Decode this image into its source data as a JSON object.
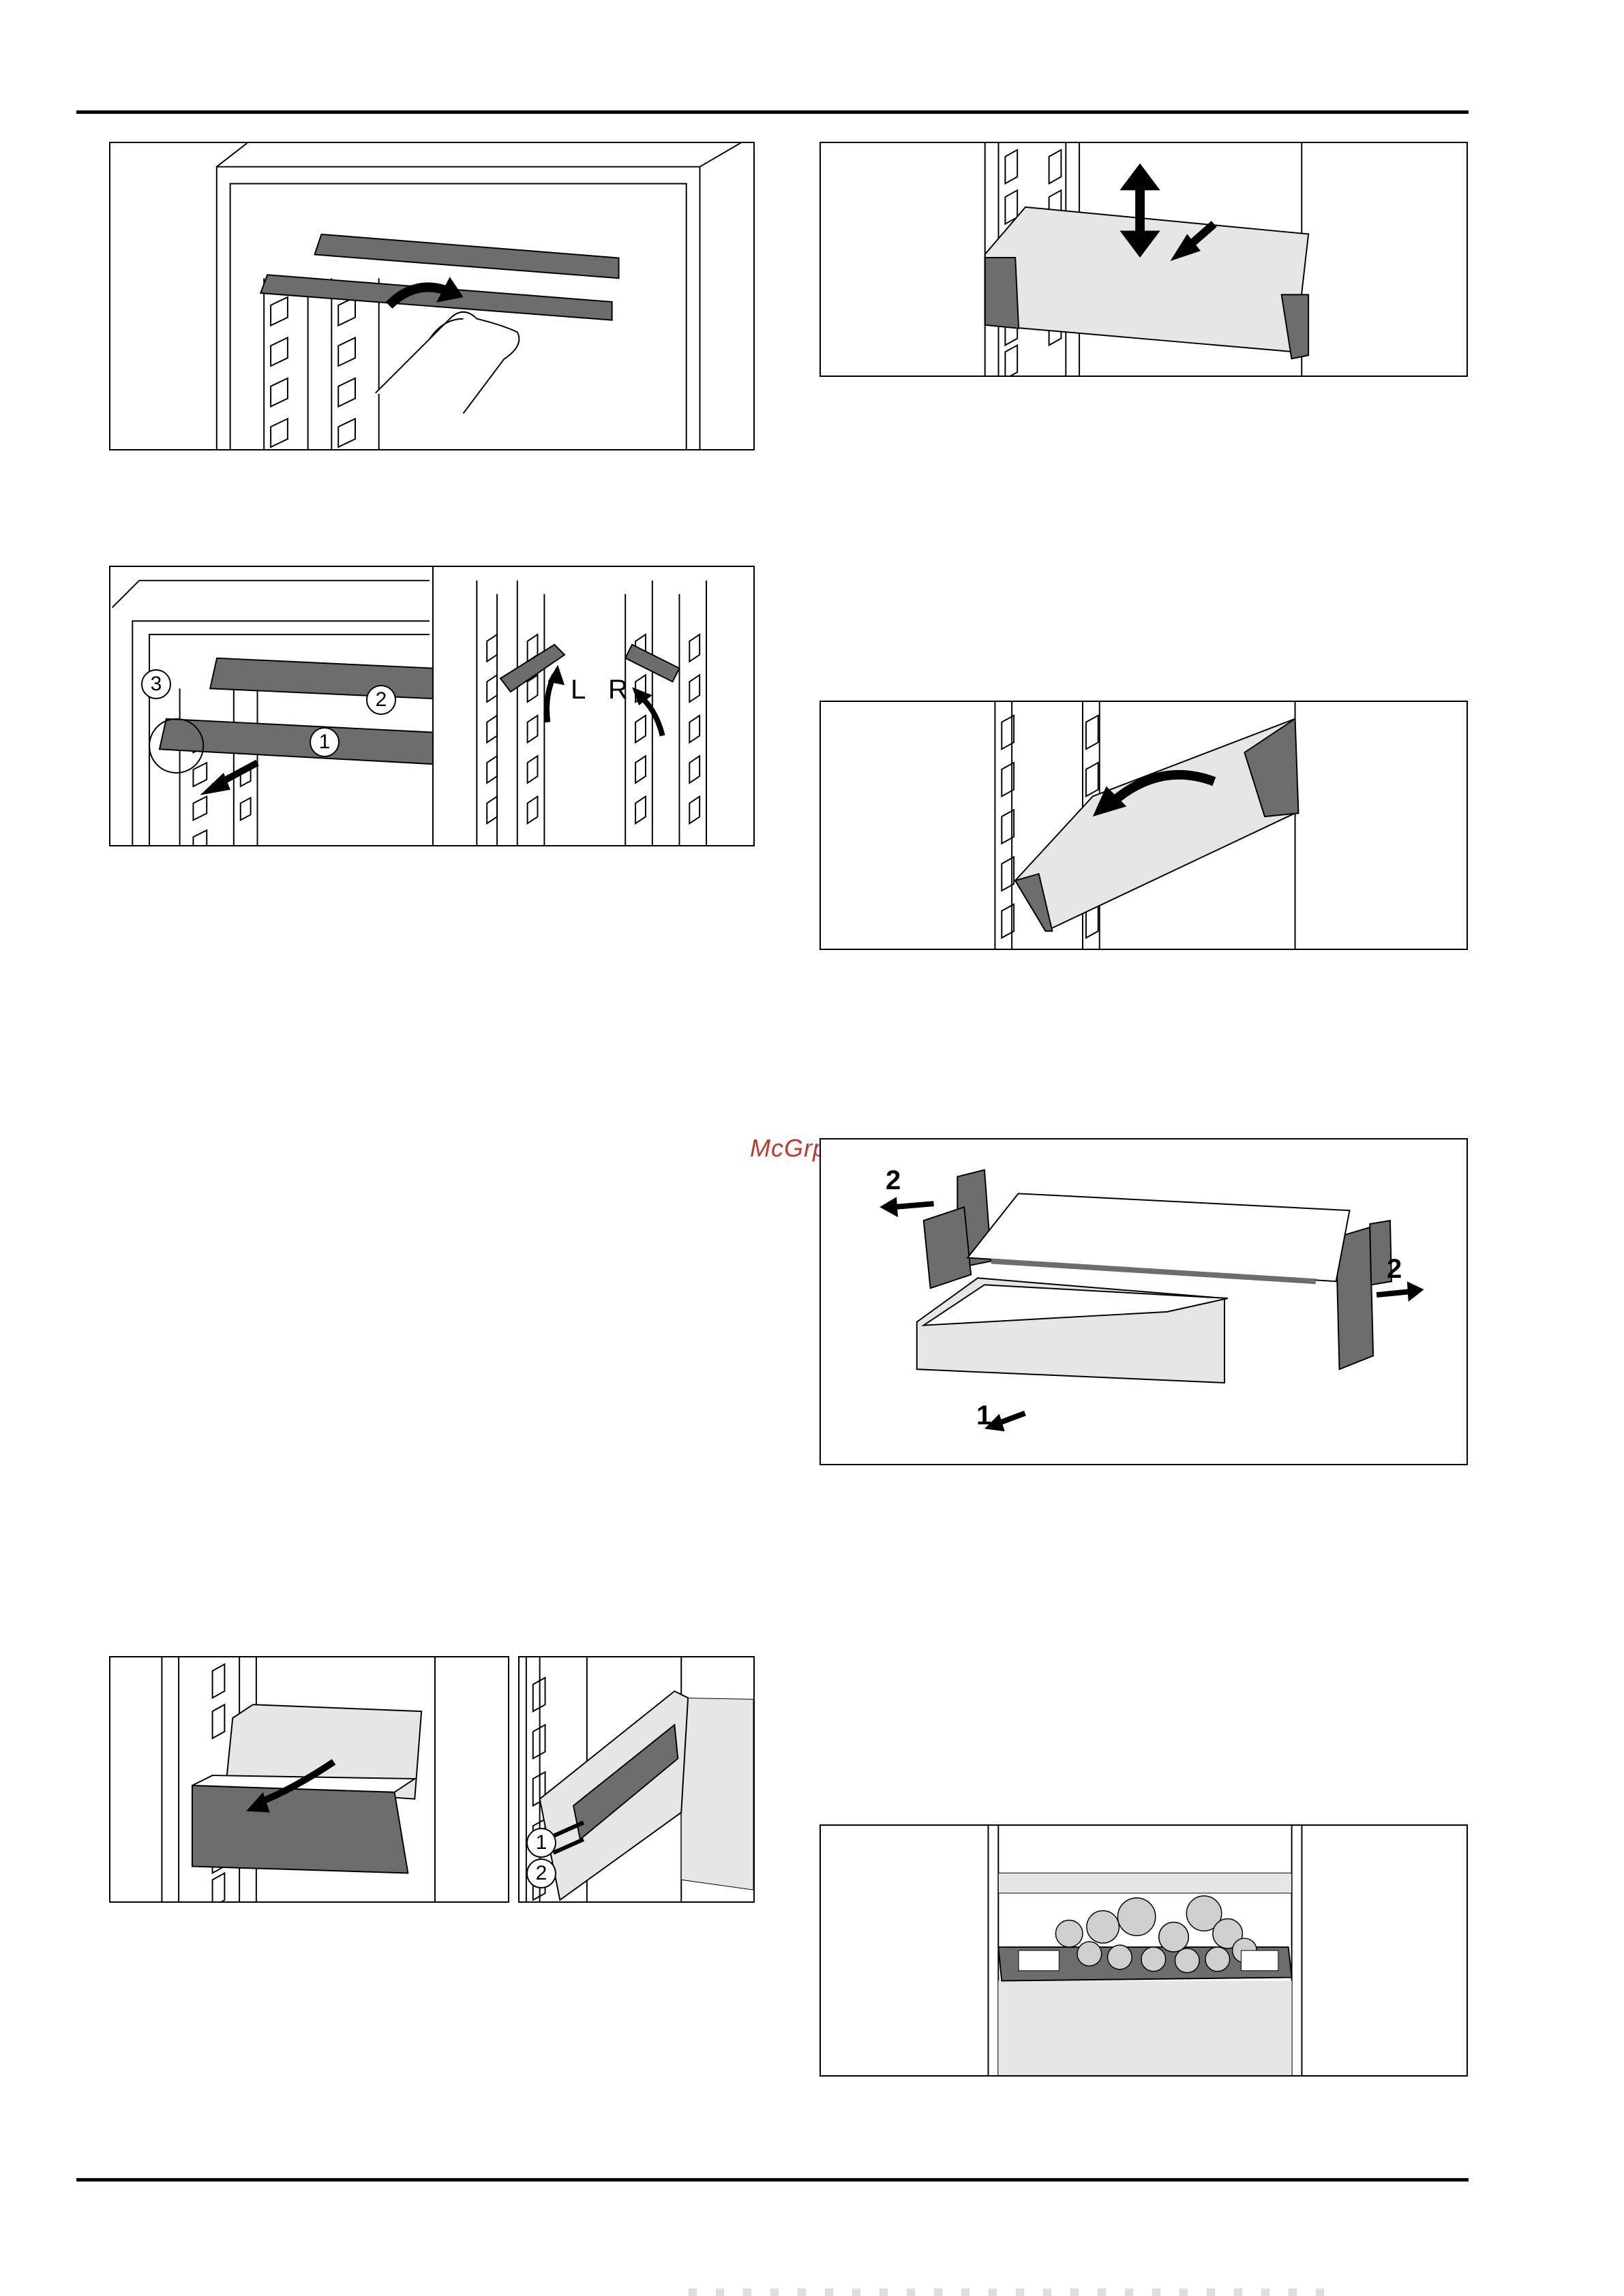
{
  "watermark": {
    "text": "McGrp.Ru"
  },
  "fig_shelf_insert": {},
  "fig_shelf_remove": {
    "callout_1": "1",
    "callout_2": "2",
    "callout_3": "3",
    "label_left": "L",
    "label_right": "R"
  },
  "fig_drawer_move": {},
  "fig_drawer_tilt": {},
  "fig_drawer_disassemble": {
    "label_1": "1",
    "label_2_left": "2",
    "label_2_right": "2"
  },
  "fig_drawer_pull": {},
  "fig_rails": {
    "callout_1": "1",
    "callout_2": "2"
  },
  "fig_bottle_rack": {},
  "colors": {
    "line": "#000000",
    "dark_grey": "#6d6d6d",
    "light_grey": "#e6e6e6",
    "watermark": "#c0392b"
  }
}
